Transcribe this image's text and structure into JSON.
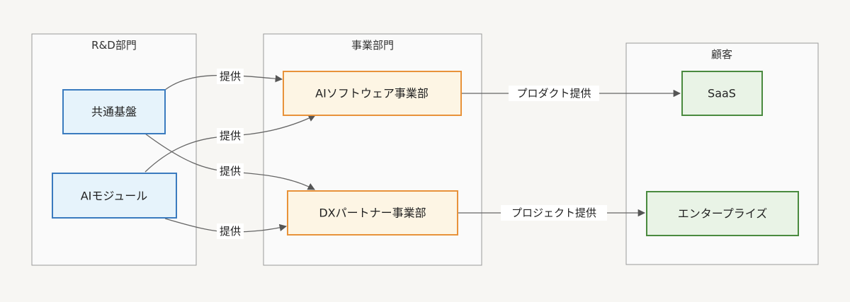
{
  "groups": {
    "rnd": {
      "title": "R&D部門"
    },
    "business": {
      "title": "事業部門"
    },
    "customer": {
      "title": "顧客"
    }
  },
  "nodes": {
    "common_platform": "共通基盤",
    "ai_module": "AIモジュール",
    "ai_software_div": "AIソフトウェア事業部",
    "dx_partner_div": "DXパートナー事業部",
    "saas": "SaaS",
    "enterprise": "エンタープライズ"
  },
  "edges": {
    "common_to_ai": "提供",
    "module_to_ai": "提供",
    "common_to_dx": "提供",
    "module_to_dx": "提供",
    "ai_to_saas": "プロダクト提供",
    "dx_to_enterprise": "プロジェクト提供"
  },
  "colors": {
    "rnd_fill": "#e6f3fb",
    "rnd_stroke": "#3a7bbf",
    "business_fill": "#fdf5e4",
    "business_stroke": "#e8923a",
    "customer_fill": "#e9f3e6",
    "customer_stroke": "#4a8a3f",
    "group_fill": "#fafafa",
    "group_stroke": "#999999"
  }
}
